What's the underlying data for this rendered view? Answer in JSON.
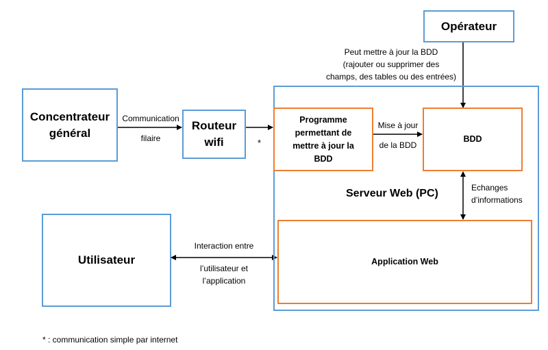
{
  "nodes": {
    "concentrateur": {
      "line1": "Concentrateur",
      "line2": "général"
    },
    "routeur": {
      "line1": "Routeur",
      "line2": "wifi"
    },
    "operateur": "Opérateur",
    "programme": {
      "lines": [
        "Programme",
        "permettant de",
        "mettre à jour la",
        "BDD"
      ]
    },
    "bdd": "BDD",
    "application": "Application Web",
    "utilisateur": "Utilisateur",
    "serveur": "Serveur Web (PC)"
  },
  "edges": {
    "communication": {
      "line1": "Communication",
      "line2": "filaire"
    },
    "star": "*",
    "operateur_bdd": {
      "line1": "Peut mettre à jour la BDD",
      "line2": "(rajouter ou supprimer des",
      "line3": "champs, des tables ou des entrées)"
    },
    "mise_a_jour": {
      "line1": "Mise à jour",
      "line2": "de la  BDD"
    },
    "echanges": {
      "line1": "Echanges",
      "line2": "d’informations"
    },
    "interaction": {
      "line1": "Interaction entre",
      "line2": "l’utilisateur et",
      "line3": "l’application"
    }
  },
  "footnote": "* : communication simple par internet"
}
